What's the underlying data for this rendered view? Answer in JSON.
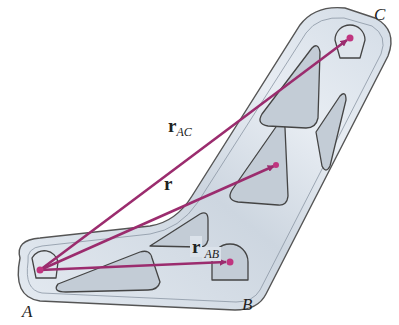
{
  "diagram": {
    "labels": [
      "A",
      "B",
      "C",
      "r",
      "AC",
      "r",
      "r",
      "AB"
    ]
  }
}
